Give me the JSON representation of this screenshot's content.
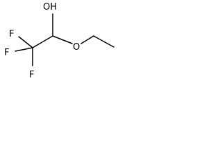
{
  "molecule": {
    "atoms": {
      "hydroxyl": "OH",
      "ether_oxygen": "O",
      "fluorine_top": "F",
      "fluorine_left": "F",
      "fluorine_bottom": "F"
    }
  }
}
